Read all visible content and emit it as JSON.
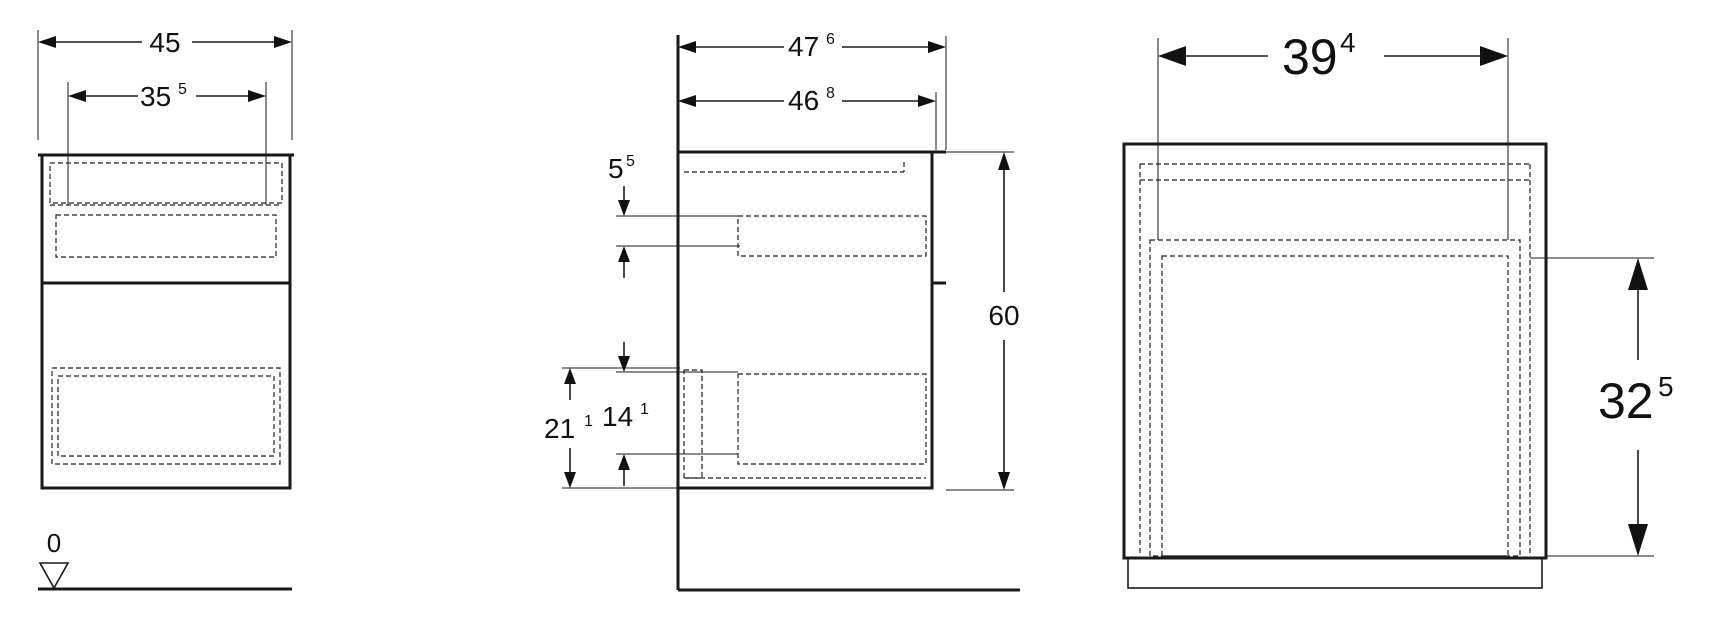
{
  "front_view": {
    "width_outer": "45",
    "width_inner_main": "35",
    "width_inner_sup": "5",
    "floor_level": "0"
  },
  "side_view": {
    "depth_outer_main": "47",
    "depth_outer_sup": "6",
    "depth_inner_main": "46",
    "depth_inner_sup": "8",
    "top_offset_main": "5",
    "top_offset_sup": "5",
    "height": "60",
    "bottom_a_main": "21",
    "bottom_a_sup": "1",
    "bottom_b_main": "14",
    "bottom_b_sup": "1"
  },
  "drawer_view": {
    "inner_width_main": "39",
    "inner_width_sup": "4",
    "inner_height_main": "32",
    "inner_height_sup": "5"
  }
}
